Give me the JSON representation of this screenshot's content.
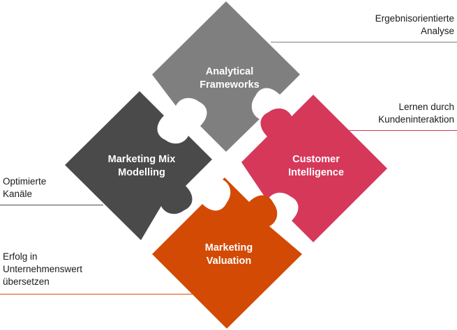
{
  "pieces": {
    "analytical": {
      "label": [
        "Analytical",
        "Frameworks"
      ],
      "color": "#7f7f7f"
    },
    "customer": {
      "label": [
        "Customer",
        "Intelligence"
      ],
      "color": "#d6385a"
    },
    "marketingmix": {
      "label": [
        "Marketing Mix",
        "Modelling"
      ],
      "color": "#4a4a4a"
    },
    "valuation": {
      "label": [
        "Marketing",
        "Valuation"
      ],
      "color": "#d24a04"
    }
  },
  "annotations": {
    "top_right": {
      "lines": [
        "Ergebnisorientierte",
        "Analyse"
      ],
      "line_color": "#7f7f7f"
    },
    "mid_right": {
      "lines": [
        "Lernen durch",
        "Kundeninteraktion"
      ],
      "line_color": "#d6385a"
    },
    "mid_left": {
      "lines": [
        "Optimierte",
        "Kanäle"
      ],
      "line_color": "#4a4a4a"
    },
    "bottom_left": {
      "lines": [
        "Erfolg in",
        "Unternehmenswert",
        "übersetzen"
      ],
      "line_color": "#d24a04"
    }
  }
}
